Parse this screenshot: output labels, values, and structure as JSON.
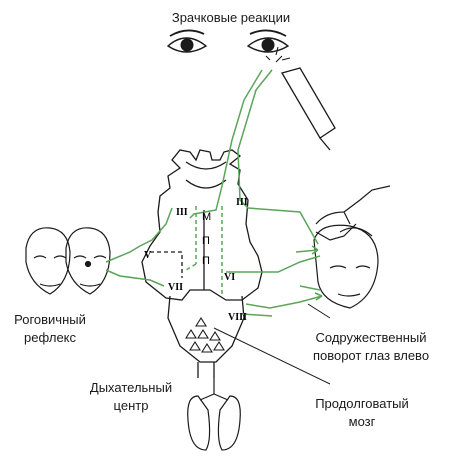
{
  "labels": {
    "pupil_reactions": "Зрачковые реакции",
    "corneal_reflex_1": "Роговичный",
    "corneal_reflex_2": "рефлекс",
    "conjugate_gaze_1": "Содружественный",
    "conjugate_gaze_2": "поворот глаз влево",
    "respiratory_center_1": "Дыхательный",
    "respiratory_center_2": "центр",
    "medulla_1": "Продолговатый",
    "medulla_2": "мозг"
  },
  "nerves": {
    "n3_left": "III",
    "n3_right": "III",
    "n5": "V",
    "n6": "VI",
    "n7": "VII",
    "n8": "VIII"
  },
  "mlf": [
    "М",
    "П",
    "П"
  ],
  "colors": {
    "pathway": "#5aa55a",
    "outline": "#1a1a1a",
    "background": "#ffffff"
  }
}
